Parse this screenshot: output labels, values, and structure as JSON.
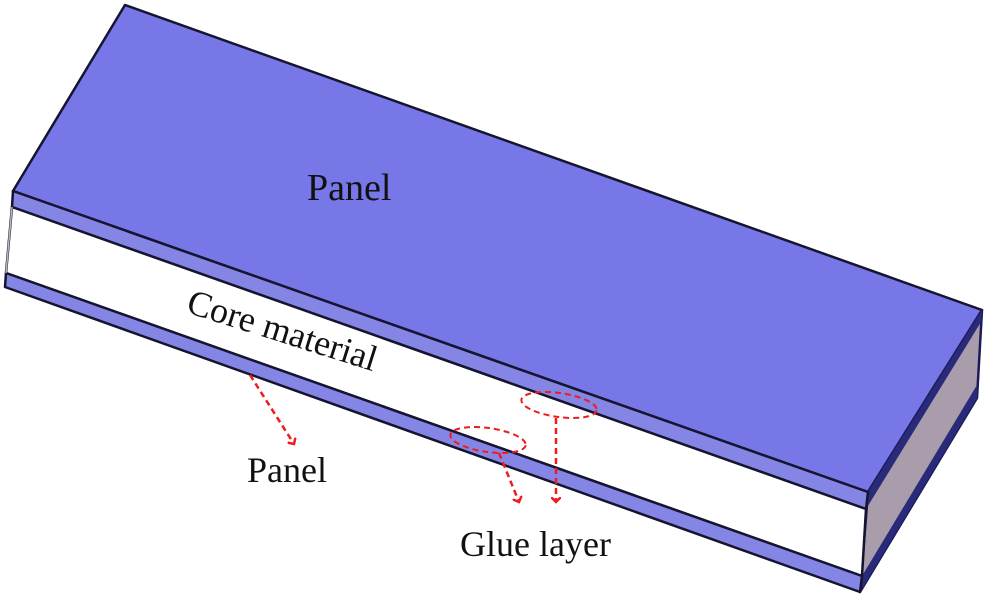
{
  "diagram": {
    "type": "sandwich-panel-isometric",
    "labels": {
      "top_panel": "Panel",
      "core": "Core material",
      "bottom_panel": "Panel",
      "glue": "Glue layer"
    },
    "colors": {
      "panel": "#7777e8",
      "panel_edge": "#8585e6",
      "core": "#ffffff",
      "side_face": "#a99cab",
      "outline": "#151530",
      "annotation": "#ee1c1c"
    },
    "layers": [
      {
        "name": "Panel",
        "position": "top"
      },
      {
        "name": "Glue layer",
        "position": "between top panel and core"
      },
      {
        "name": "Core material",
        "position": "middle"
      },
      {
        "name": "Glue layer",
        "position": "between core and bottom panel"
      },
      {
        "name": "Panel",
        "position": "bottom"
      }
    ]
  }
}
